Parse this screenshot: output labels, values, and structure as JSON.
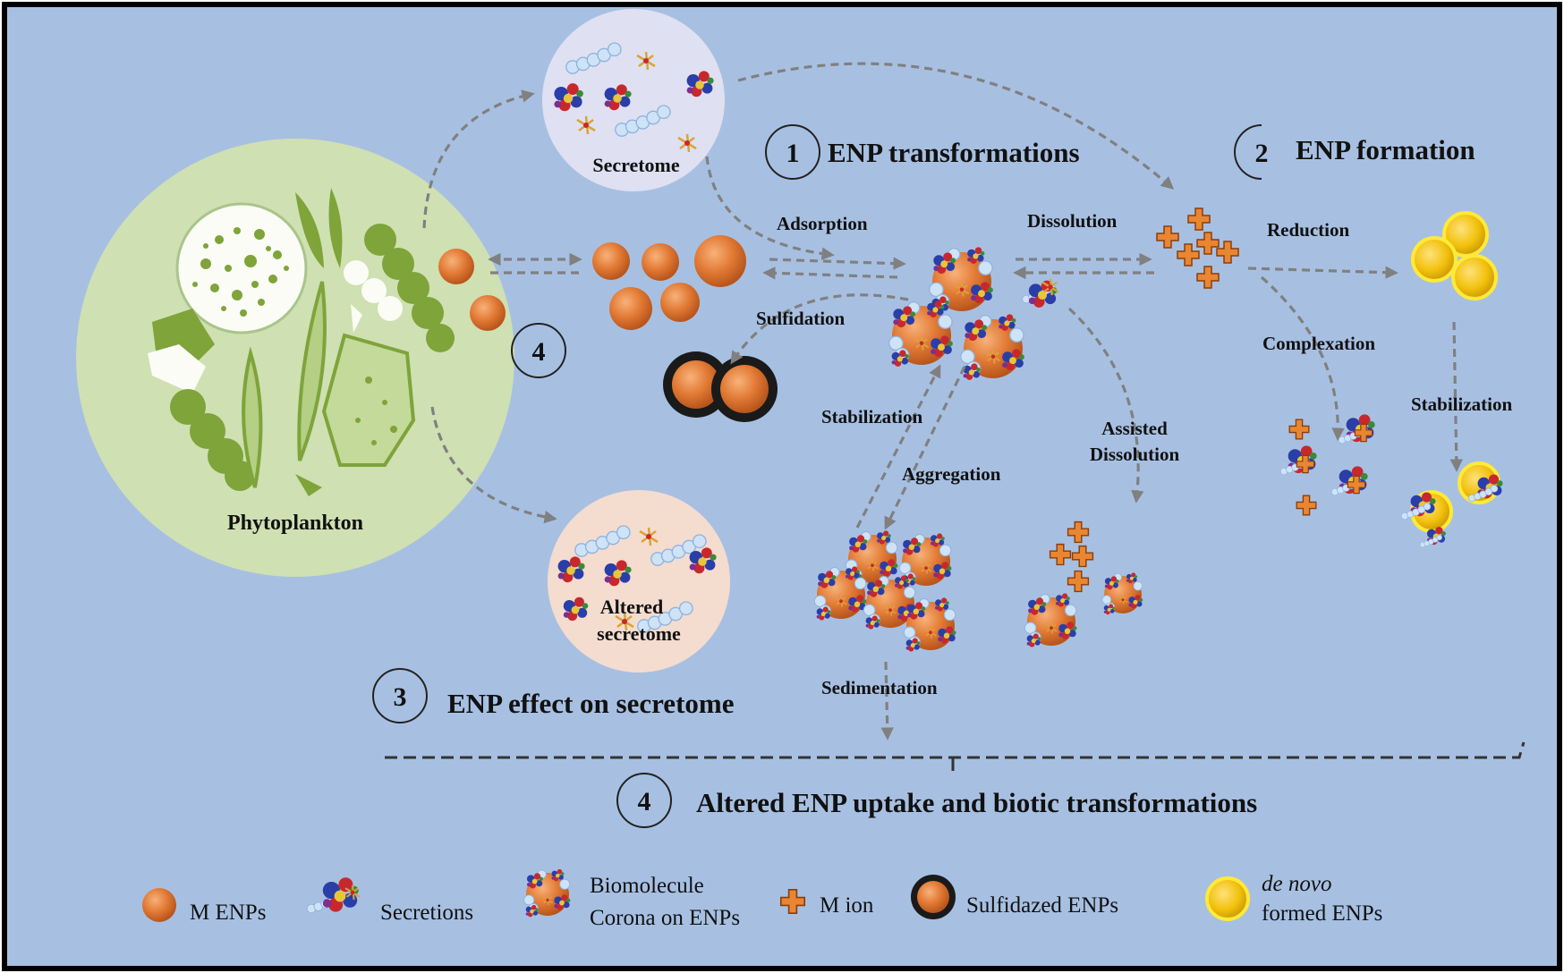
{
  "colors": {
    "background": "#a7c0e2",
    "phytoplankton_fill": "#cfe0b2",
    "secretome_fill": "#dfe0f2",
    "altered_secretome_fill": "#f4dccf",
    "enp_orange": "#e27a35",
    "ion_orange": "#e98632",
    "gold": "#f2c10c",
    "arrow_gray": "#808080",
    "algae_green": "#7ea43a"
  },
  "central": {
    "phytoplankton": "Phytoplankton",
    "secretome": "Secretome",
    "altered_secretome_line1": "Altered",
    "altered_secretome_line2": "secretome"
  },
  "sections": {
    "s1": {
      "num": "1",
      "title": "ENP transformations"
    },
    "s2": {
      "num": "2",
      "title": "ENP formation"
    },
    "s3": {
      "num": "3",
      "title": "ENP effect on secretome"
    },
    "s4": {
      "num": "4",
      "title": "Altered ENP uptake and biotic transformations"
    },
    "s4_inline": {
      "num": "4"
    }
  },
  "processes": {
    "adsorption": "Adsorption",
    "dissolution": "Dissolution",
    "reduction": "Reduction",
    "sulfidation": "Sulfidation",
    "complexation": "Complexation",
    "stabilization_left": "Stabilization",
    "stabilization_right": "Stabilization",
    "aggregation": "Aggregation",
    "assisted_line1": "Assisted",
    "assisted_line2": "Dissolution",
    "sedimentation": "Sedimentation"
  },
  "legend": {
    "m_enps": "M ENPs",
    "secretions": "Secretions",
    "corona_line1": "Biomolecule",
    "corona_line2": "Corona on ENPs",
    "m_ion": "M ion",
    "sulfidazed": "Sulfidazed ENPs",
    "denovo_line1": "de novo",
    "denovo_line2": "formed ENPs"
  }
}
